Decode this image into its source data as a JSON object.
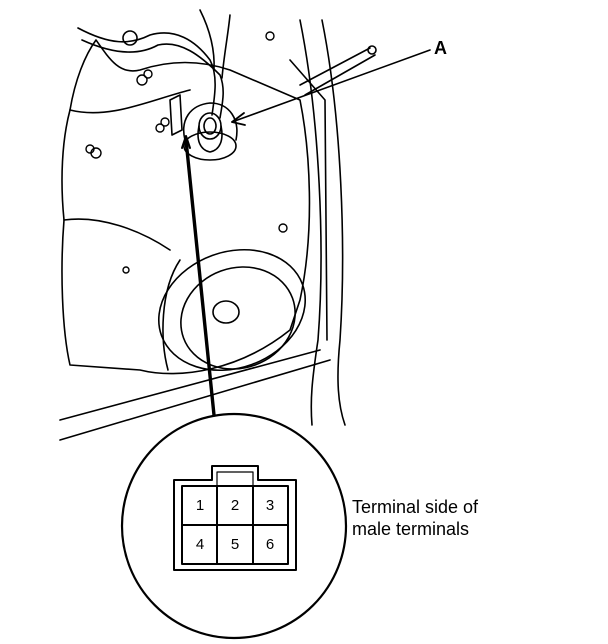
{
  "callout": {
    "label": "A"
  },
  "connector": {
    "pins_row1": [
      "1",
      "2",
      "3"
    ],
    "pins_row2": [
      "4",
      "5",
      "6"
    ]
  },
  "note": {
    "line1": "Terminal side of",
    "line2": "male terminals"
  }
}
